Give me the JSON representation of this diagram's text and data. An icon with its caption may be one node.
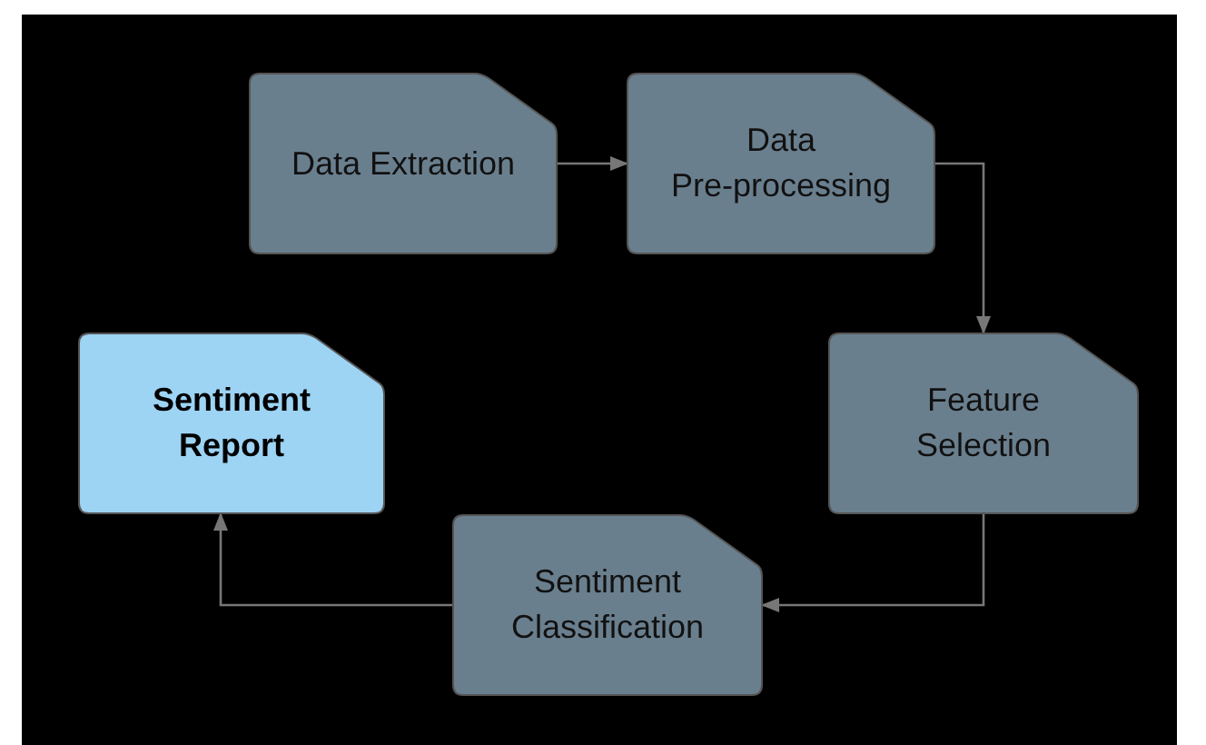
{
  "diagram": {
    "nodes": [
      {
        "text": [
          "Data Extraction"
        ]
      },
      {
        "text": [
          "Data Pre-processing"
        ]
      },
      {
        "text": [
          "Feature Selection"
        ]
      },
      {
        "text": [
          "Sentiment Classification"
        ]
      },
      {
        "text": [
          "Sentiment Report"
        ]
      }
    ],
    "edges": [
      {
        "from": 0,
        "to": 1,
        "arrow": "to"
      },
      {
        "from": 1,
        "to": 2,
        "arrow": "to"
      },
      {
        "from": 2,
        "to": 3,
        "arrow": "to"
      },
      {
        "from": 3,
        "to": 4,
        "arrow": "to"
      }
    ]
  }
}
